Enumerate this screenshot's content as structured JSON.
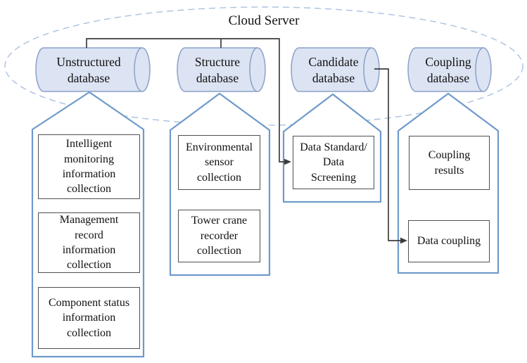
{
  "title": "Cloud Server",
  "cylinders": {
    "unstructured": "Unstructured\ndatabase",
    "structure": "Structure\ndatabase",
    "candidate": "Candidate\ndatabase",
    "coupling": "Coupling\ndatabase"
  },
  "boxes": {
    "unstructured": [
      "Intelligent\nmonitoring\ninformation\ncollection",
      "Management\nrecord\ninformation\ncollection",
      "Component status\ninformation\ncollection"
    ],
    "structure": [
      "Environmental\nsensor\ncollection",
      "Tower crane\nrecorder\ncollection"
    ],
    "candidate": [
      "Data Standard/\nData\nScreening"
    ],
    "coupling": [
      "Coupling\nresults",
      "Data coupling"
    ]
  },
  "colors": {
    "cylinder_fill": "#dce3f2",
    "cylinder_stroke": "#8aa1c7",
    "pentagon_stroke": "#6f9aca",
    "cloud_outline": "#a9c0e2",
    "connector": "#3d3d3d",
    "box_border": "#4f4f4f"
  }
}
